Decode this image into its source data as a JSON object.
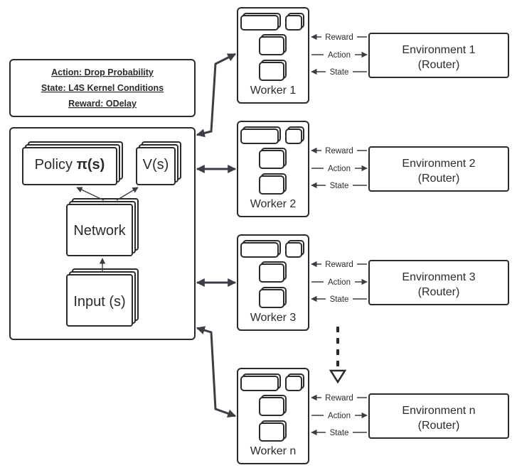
{
  "info": {
    "lines": [
      "Action: Drop Probability",
      "State: L4S Kernel Conditions",
      "Reward: ODelay"
    ]
  },
  "agent": {
    "policy": "Policy ",
    "policy_symbol": "π(s)",
    "value": "V(s)",
    "network": "Network",
    "input": "Input (s)"
  },
  "workers": [
    {
      "name": "Worker 1",
      "env_line1": "Environment 1",
      "env_line2": "(Router)"
    },
    {
      "name": "Worker 2",
      "env_line1": "Environment 2",
      "env_line2": "(Router)"
    },
    {
      "name": "Worker 3",
      "env_line1": "Environment 3",
      "env_line2": "(Router)"
    },
    {
      "name": "Worker n",
      "env_line1": "Environment n",
      "env_line2": "(Router)"
    }
  ],
  "signals": {
    "reward": "Reward",
    "action": "Action",
    "state": "State"
  },
  "colors": {
    "stroke": "#2b2b2b",
    "arrow": "#3b3f45",
    "background": "#ffffff"
  }
}
